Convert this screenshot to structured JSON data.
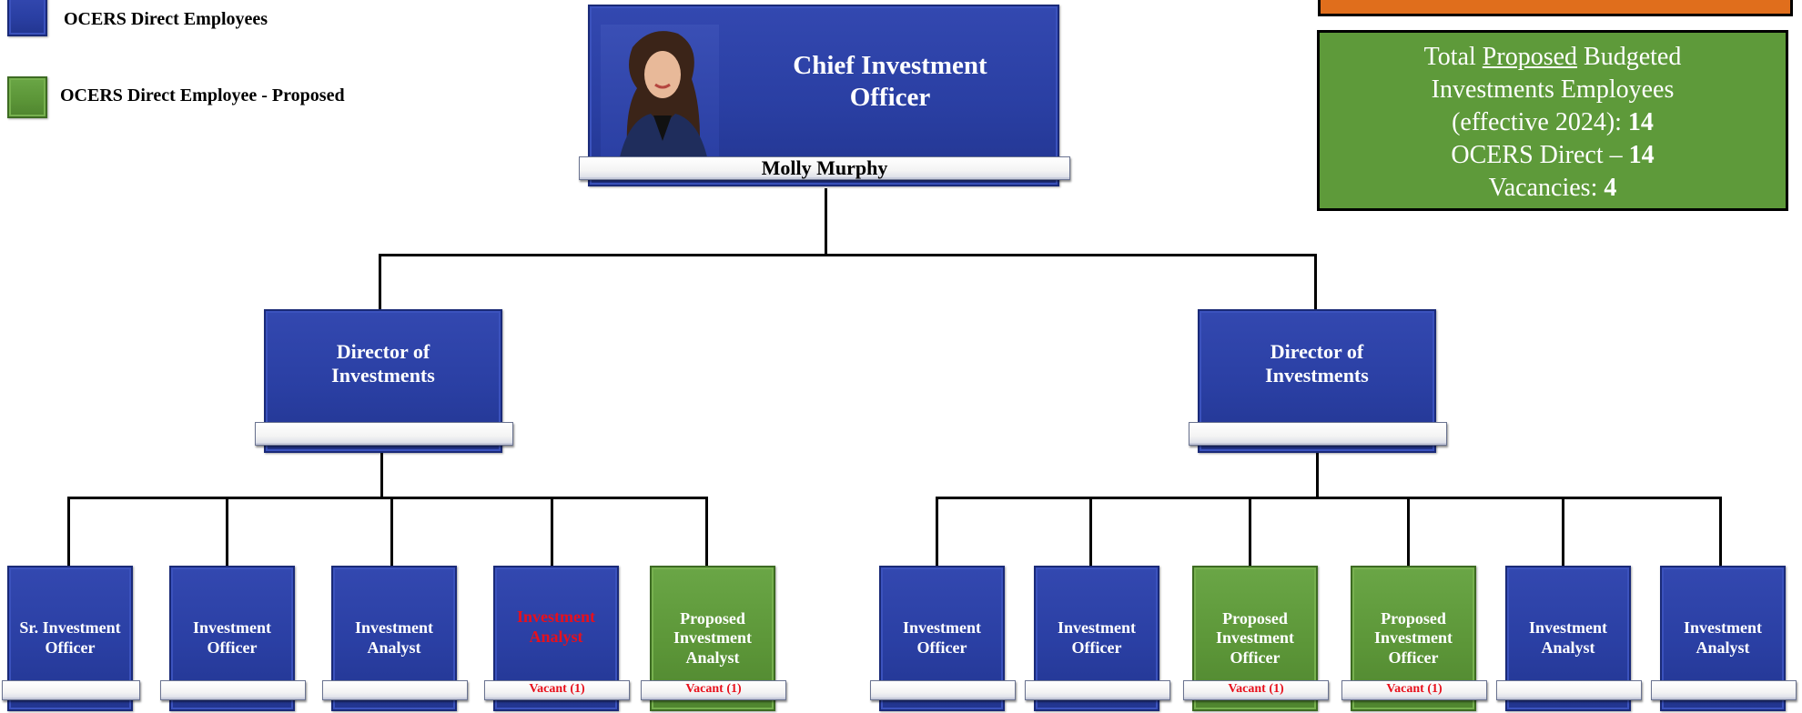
{
  "legend": {
    "direct": "OCERS Direct Employees",
    "proposed": "OCERS Direct Employee - Proposed"
  },
  "colors": {
    "blue": "#2a3fa3",
    "green": "#5c9638",
    "orange": "#e06e1c",
    "vacant_text": "#e8101c"
  },
  "summary": {
    "line1_pre": "Total ",
    "line1_u": "Proposed",
    "line1_post": " Budgeted",
    "line2": "Investments Employees",
    "line3_text": "(effective 2024): ",
    "line3_val": "14",
    "line4_text": "OCERS Direct – ",
    "line4_val": "14",
    "line5_text": "Vacancies: ",
    "line5_val": "4"
  },
  "cio": {
    "title": "Chief Investment Officer",
    "name": "Molly Murphy",
    "photo_icon": "portrait-photo"
  },
  "directors": [
    {
      "title": "Director of Investments",
      "name": ""
    },
    {
      "title": "Director of Investments",
      "name": ""
    }
  ],
  "left_staff": [
    {
      "title": "Sr. Investment Officer",
      "name": ""
    },
    {
      "title": "Investment Officer",
      "name": ""
    },
    {
      "title": "Investment Analyst",
      "name": ""
    },
    {
      "title": "Investment Analyst",
      "name": "Vacant (1)"
    },
    {
      "title": "Proposed Investment Analyst",
      "name": "Vacant (1)"
    }
  ],
  "right_staff": [
    {
      "title": "Investment Officer",
      "name": ""
    },
    {
      "title": "Investment Officer",
      "name": ""
    },
    {
      "title": "Proposed Investment Officer",
      "name": "Vacant (1)"
    },
    {
      "title": "Proposed Investment Officer",
      "name": "Vacant (1)"
    },
    {
      "title": "Investment Analyst",
      "name": ""
    },
    {
      "title": "Investment Analyst",
      "name": ""
    }
  ]
}
